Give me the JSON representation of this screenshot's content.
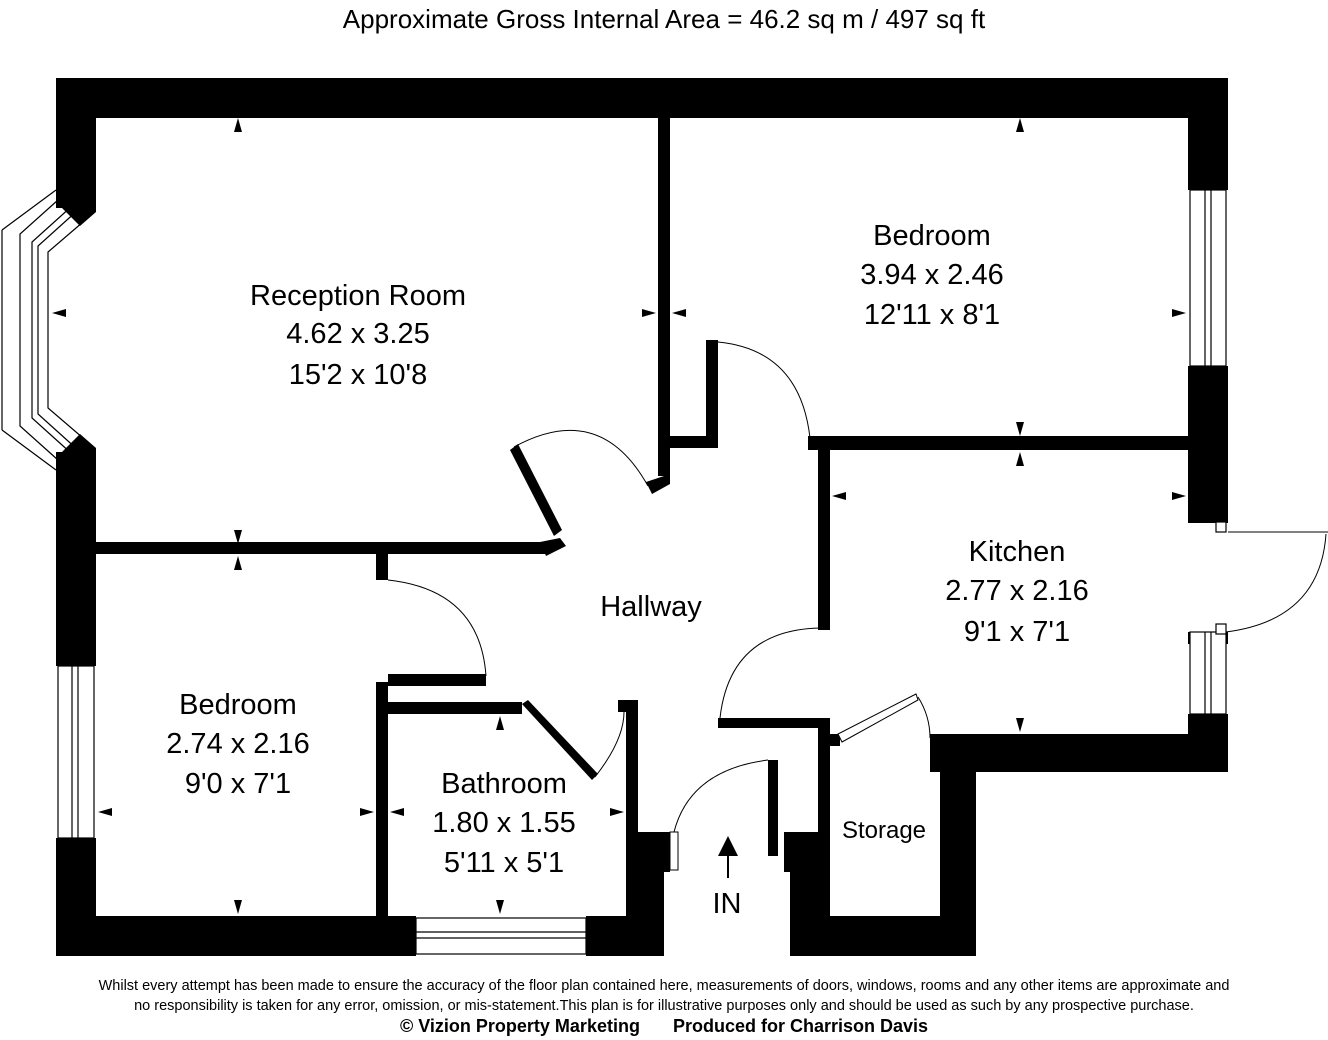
{
  "header": {
    "area_text": "Approximate Gross Internal Area = 46.2 sq m / 497 sq ft"
  },
  "rooms": {
    "reception": {
      "name": "Reception Room",
      "metric": "4.62 x 3.25",
      "imperial": "15'2 x 10'8"
    },
    "bedroom_1": {
      "name": "Bedroom",
      "metric": "3.94 x 2.46",
      "imperial": "12'11 x 8'1"
    },
    "kitchen": {
      "name": "Kitchen",
      "metric": "2.77 x 2.16",
      "imperial": "9'1 x 7'1"
    },
    "bedroom_2": {
      "name": "Bedroom",
      "metric": "2.74 x 2.16",
      "imperial": "9'0 x 7'1"
    },
    "bathroom": {
      "name": "Bathroom",
      "metric": "1.80 x 1.55",
      "imperial": "5'11 x 5'1"
    },
    "hallway": {
      "name": "Hallway"
    },
    "storage": {
      "name": "Storage"
    },
    "entrance": {
      "label": "IN"
    }
  },
  "footer": {
    "disclaimer_line_1": "Whilst every attempt has been made to ensure the accuracy of the floor plan contained here, measurements of doors, windows, rooms and any other items are approximate and",
    "disclaimer_line_2": "no responsibility is taken for any error, omission, or mis-statement.This plan is for illustrative purposes only and should be used as such by any prospective purchase.",
    "copyright": "© Vizion Property Marketing",
    "produced_for": "Produced for Charrison Davis"
  }
}
